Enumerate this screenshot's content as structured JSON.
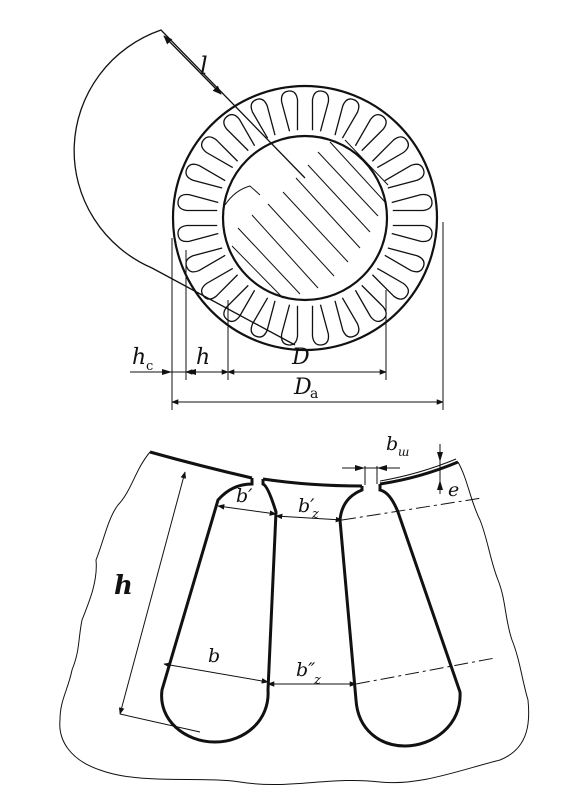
{
  "top_figure": {
    "labels": {
      "stack_length": "l",
      "yoke_height_base": "h",
      "yoke_height_sub": "c",
      "slot_depth": "h",
      "bore_diameter": "D",
      "outer_diameter_base": "D",
      "outer_diameter_sub": "a"
    },
    "slot_count": 24
  },
  "bottom_figure": {
    "labels": {
      "slot_depth": "h",
      "slot_opening_base": "b",
      "slot_opening_sub": "ш",
      "wedge_height": "e",
      "slot_top_width": "b′",
      "tooth_width_top_base": "b′",
      "tooth_width_top_sub": "z",
      "slot_bottom_width": "b",
      "tooth_width_bottom_base": "b″",
      "tooth_width_bottom_sub": "z"
    }
  }
}
